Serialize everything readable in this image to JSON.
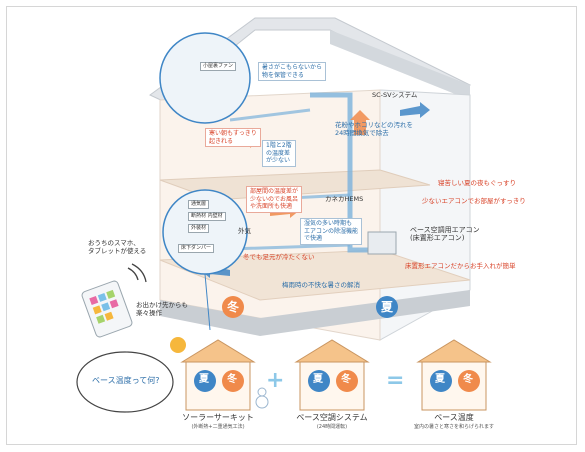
{
  "labels": {
    "vent_fan": "小屋裏ファン",
    "heat_retention": "暑さがこもらないから\n物を保管できる",
    "sc_sv": "SC-SVシステム",
    "pollen": "花粉やホコリなどの汚れを\n24時間換気で除去",
    "morning": "寒い朝もすっきり\n起きれる",
    "floor_temp": "1階と2階\nの温度差\nが少ない",
    "hems": "カネカHEMS",
    "small_diff": "部屋間の温度差が\n少ないのでお風呂\nや洗面所も快適",
    "summer_sleep": "寝苦しい夏の夜もぐっすり",
    "few_ac": "少ないエアコンでお部屋がすっきり",
    "humid": "湿気の多い時期も\nエアコンの除湿機能\nで快適",
    "base_ac": "ベース空調用エアコン\n(床置形エアコン)",
    "warm_feet": "冬でも足元が冷たくない",
    "easy_care": "床置形エアコンだからお手入れが簡単",
    "summer_heat": "梅雨時の不快な暑さの解消",
    "outdoor_air": "外気",
    "smart_phone": "おうちのスマホ、\nタブレットが使える",
    "remote_op": "お出かけ先からも\n楽々操作",
    "base_question": "ベース温度って何?",
    "damper1": "通気層",
    "damper2": "断熱材 内壁材",
    "damper3": "外装材",
    "damper4": "床下ダンパー"
  },
  "season": {
    "winter": "冬",
    "summer": "夏"
  },
  "bottom": {
    "card1_title": "ソーラーサーキット",
    "card1_sub": "(外断熱+二重通気工法)",
    "card2_title": "ベース空調システム",
    "card2_sub": "(24時間運転)",
    "card3_title": "ベース温度",
    "card3_sub": "室内の暑さと寒さを和らげられます",
    "plus": "+",
    "equals": "="
  },
  "colors": {
    "warm": "#f08a4b",
    "cool": "#3f86c6",
    "accent_red": "#d9452b",
    "accent_blue": "#2c6ea8"
  }
}
